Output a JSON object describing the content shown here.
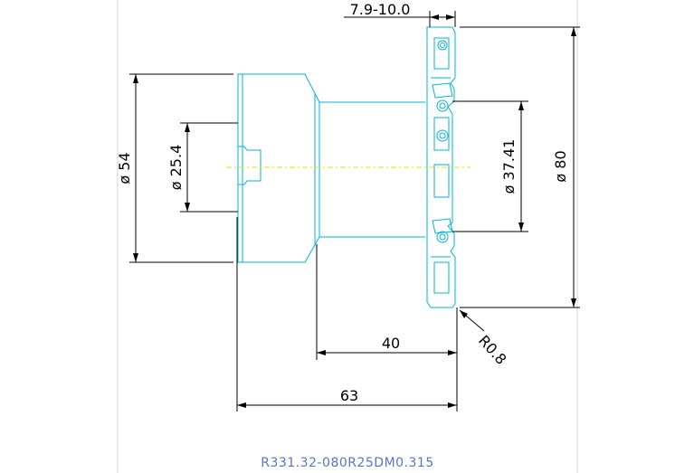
{
  "drawing": {
    "title": "R331.32-080R25DM0.315",
    "dimensions": {
      "diameter_54": "ø 54",
      "diameter_25_4": "ø 25.4",
      "diameter_37_41": "ø 37.41",
      "diameter_80": "ø 80",
      "width_range": "7.9-10.0",
      "length_40": "40",
      "length_63": "63",
      "corner_radius": "R0.8"
    },
    "colors": {
      "part_outline": "#00b4dc",
      "dimension": "#000000",
      "title": "#5a74c8",
      "centerline": "#e6e600"
    }
  }
}
